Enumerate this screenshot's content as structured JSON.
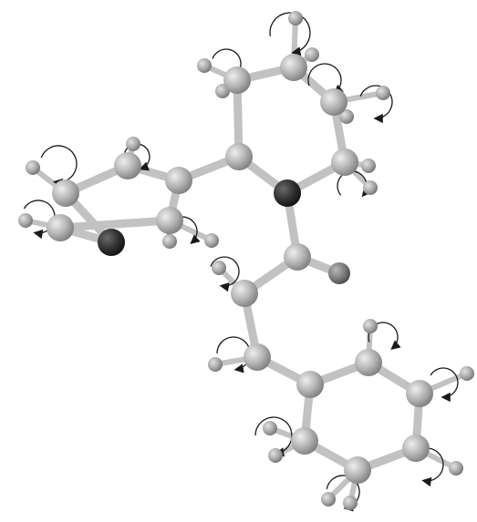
{
  "molecule": {
    "atoms": [
      {
        "id": "c1",
        "type": "C"
      },
      {
        "id": "c2",
        "type": "C"
      },
      {
        "id": "c3",
        "type": "C"
      },
      {
        "id": "c4",
        "type": "C"
      },
      {
        "id": "c5",
        "type": "C"
      },
      {
        "id": "n1",
        "type": "N"
      },
      {
        "id": "c6",
        "type": "C"
      },
      {
        "id": "c7",
        "type": "C"
      },
      {
        "id": "c8",
        "type": "C"
      },
      {
        "id": "c9",
        "type": "C"
      },
      {
        "id": "c10",
        "type": "C"
      },
      {
        "id": "n2",
        "type": "N"
      },
      {
        "id": "c11",
        "type": "C"
      },
      {
        "id": "o1",
        "type": "O"
      },
      {
        "id": "c12",
        "type": "C"
      },
      {
        "id": "c13",
        "type": "C"
      },
      {
        "id": "c14",
        "type": "C"
      },
      {
        "id": "c15",
        "type": "C"
      },
      {
        "id": "c16",
        "type": "C"
      },
      {
        "id": "c17",
        "type": "C"
      },
      {
        "id": "c18",
        "type": "C"
      },
      {
        "id": "c19",
        "type": "C"
      }
    ],
    "bonds": [
      [
        "c1",
        "c2"
      ],
      [
        "c2",
        "c3"
      ],
      [
        "c3",
        "c4"
      ],
      [
        "c4",
        "c5"
      ],
      [
        "c5",
        "n1"
      ],
      [
        "n1",
        "c1"
      ],
      [
        "c3",
        "c6"
      ],
      [
        "c6",
        "c7"
      ],
      [
        "c7",
        "c8"
      ],
      [
        "c8",
        "c9"
      ],
      [
        "c9",
        "c10"
      ],
      [
        "c10",
        "n2"
      ],
      [
        "n2",
        "c6"
      ],
      [
        "n2",
        "c11"
      ],
      [
        "c11",
        "o1"
      ],
      [
        "c11",
        "c12"
      ],
      [
        "c12",
        "c13"
      ],
      [
        "c13",
        "c14"
      ],
      [
        "c14",
        "c15"
      ],
      [
        "c15",
        "c16"
      ],
      [
        "c16",
        "c17"
      ],
      [
        "c17",
        "c18"
      ],
      [
        "c18",
        "c19"
      ],
      [
        "c19",
        "c14"
      ]
    ],
    "hydrogen_count": 22,
    "rotation_arrow_count": 16,
    "colors": {
      "carbon": "#b4b4b4",
      "hydrogen": "#a8a8a8",
      "nitrogen": "#2f2f2f",
      "oxygen": "#7a7a7a",
      "bond": "#c2c2c2",
      "arrow": "#1a1a1a"
    }
  }
}
